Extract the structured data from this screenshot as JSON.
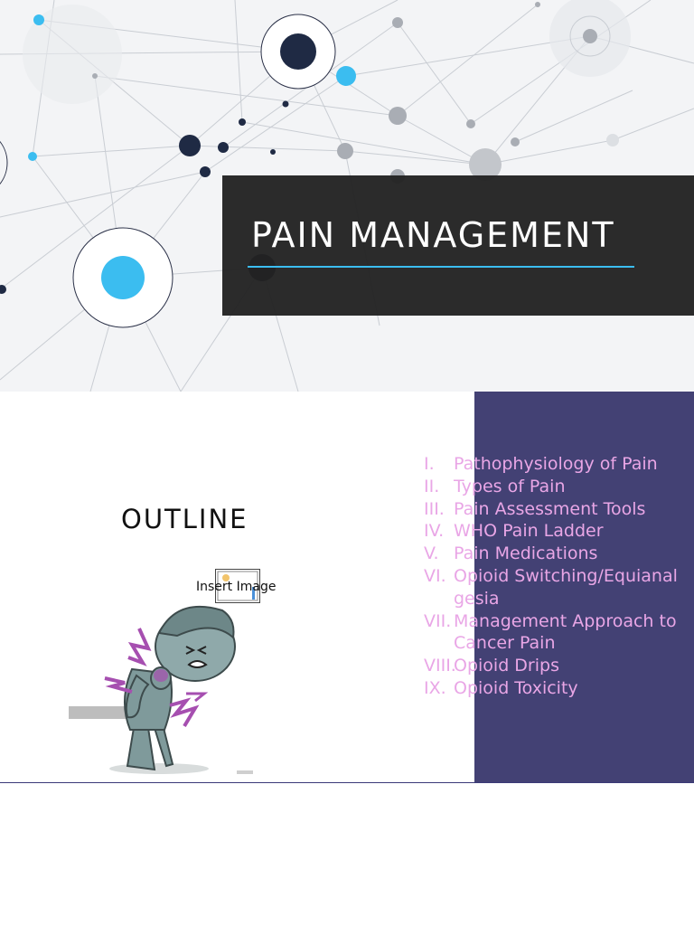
{
  "slide1": {
    "title": "PAIN MANAGEMENT",
    "colors": {
      "accent": "#3bbdf0",
      "title_box": "#222222",
      "node_dark": "#1f2a44"
    }
  },
  "slide2": {
    "heading": "OUTLINE",
    "image_placeholder_label": "Insert Image",
    "outline_items": [
      {
        "num": "I.",
        "text": "Pathophysiology of Pain"
      },
      {
        "num": "II.",
        "text": "Types of Pain"
      },
      {
        "num": "III.",
        "text": "Pain Assessment Tools"
      },
      {
        "num": "IV.",
        "text": "WHO Pain Ladder"
      },
      {
        "num": "V.",
        "text": "Pain Medications"
      },
      {
        "num": "VI.",
        "text": "Opioid Switching/Equianalgesia"
      },
      {
        "num": "VII.",
        "text": "Management Approach to Cancer Pain"
      },
      {
        "num": "VIII.",
        "text": "Opioid Drips"
      },
      {
        "num": "IX.",
        "text": "Opioid Toxicity"
      }
    ],
    "colors": {
      "panel": "#434174",
      "list_text": "#e9a6e6",
      "pain_marks": "#a64fb0",
      "figure": "#7f9a9b"
    }
  }
}
